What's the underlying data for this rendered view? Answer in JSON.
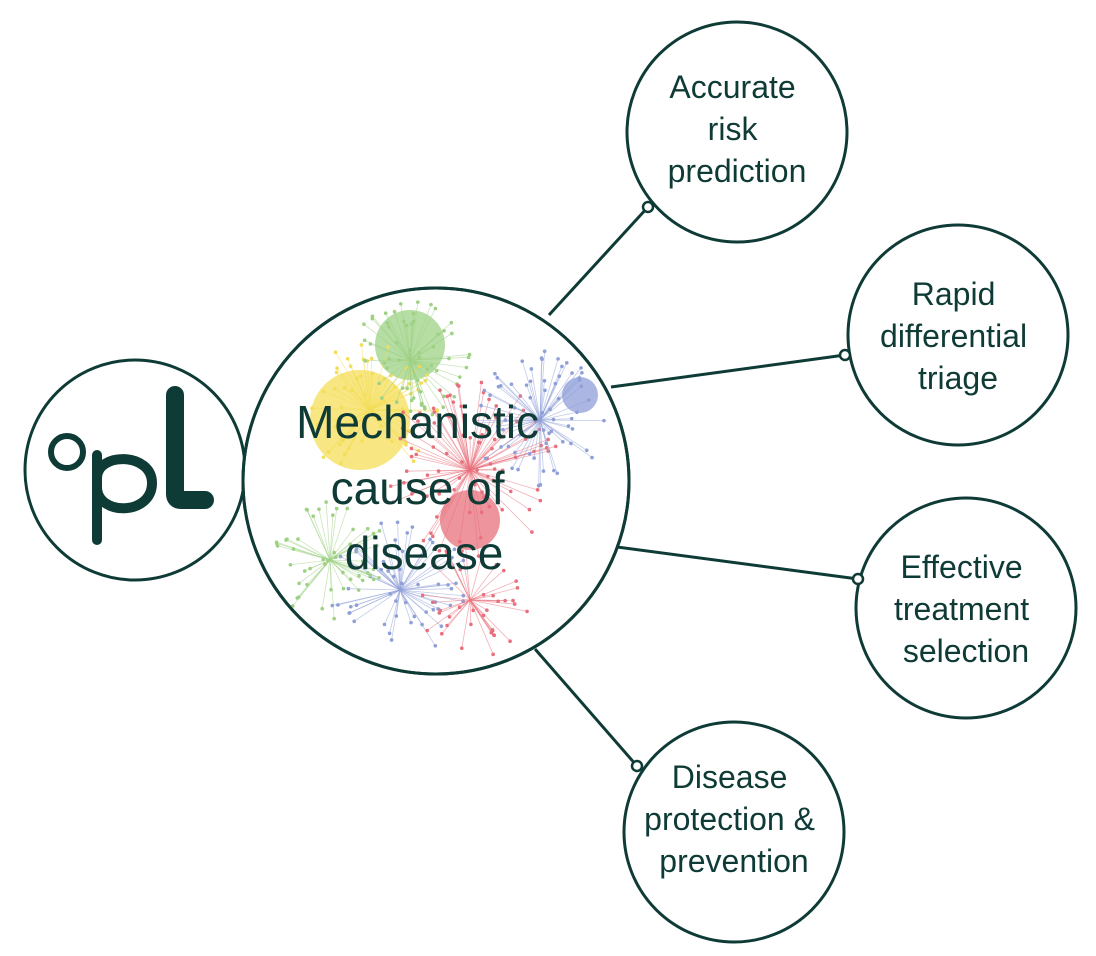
{
  "colors": {
    "primary": "#0f3b36",
    "network_yellow": "#f4dd57",
    "network_green": "#9ed184",
    "network_red": "#e8707c",
    "network_blue": "#8f9fd8"
  },
  "logo": {
    "icon": "pl-logo-icon"
  },
  "center": {
    "lines": [
      "Mechanistic",
      "cause of",
      "disease"
    ]
  },
  "outcomes": [
    {
      "id": "risk",
      "lines": [
        "Accurate",
        "risk",
        "prediction"
      ]
    },
    {
      "id": "triage",
      "lines": [
        "Rapid",
        "differential",
        "triage"
      ]
    },
    {
      "id": "treatment",
      "lines": [
        "Effective",
        "treatment",
        "selection"
      ]
    },
    {
      "id": "prevention",
      "lines": [
        "Disease",
        "protection &",
        "prevention"
      ]
    }
  ]
}
